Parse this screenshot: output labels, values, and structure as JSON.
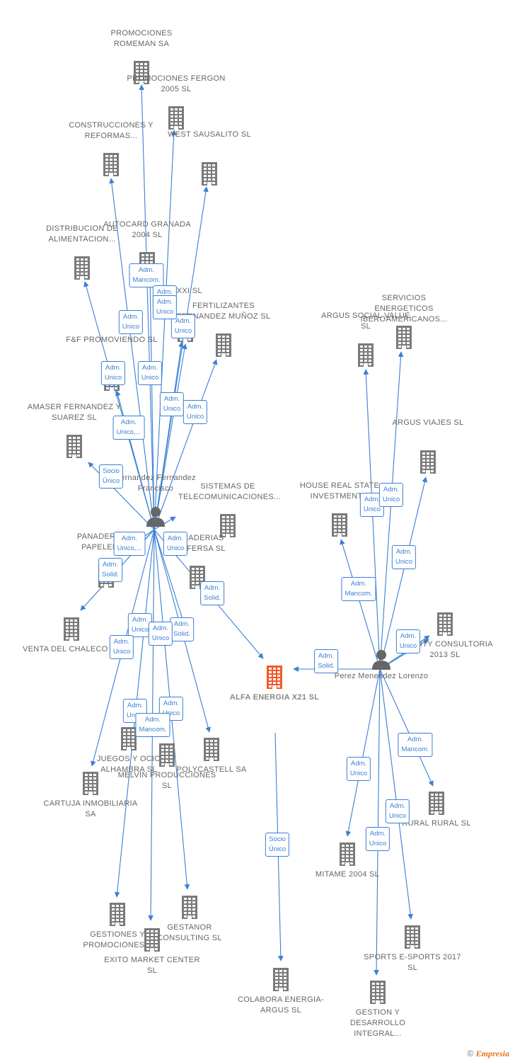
{
  "colors": {
    "edge": "#3a7fd5",
    "company": "#7a7a7a",
    "focus": "#f05a28",
    "person": "#666666"
  },
  "companies": [
    {
      "id": "romeman",
      "label": "PROMOCIONES ROMEMAN SA",
      "icon": "building-icon"
    },
    {
      "id": "fergon",
      "label": "PROMOCIONES FERGON 2005 SL",
      "icon": "building-icon"
    },
    {
      "id": "construcciones",
      "label": "CONSTRUCCIONES Y REFORMAS...",
      "icon": "building-icon"
    },
    {
      "id": "west",
      "label": "WEST SAUSALITO SL",
      "icon": "building-icon"
    },
    {
      "id": "distribucion",
      "label": "DISTRIBUCION DE ALIMENTACION...",
      "icon": "building-icon"
    },
    {
      "id": "autocard",
      "label": "AUTOCARD GRANADA 2004 SL",
      "icon": "building-icon"
    },
    {
      "id": "nxxi",
      "label": "N XXI SL",
      "icon": "building-icon"
    },
    {
      "id": "fertilizantes",
      "label": "FERTILIZANTES FERNANDEZ MUÑOZ SL",
      "icon": "building-icon"
    },
    {
      "id": "fpromo",
      "label": "F&F PROMOVIENDO SL",
      "icon": "building-icon"
    },
    {
      "id": "amaser",
      "label": "AMASER FERNANDEZ Y SUAREZ SL",
      "icon": "building-icon"
    },
    {
      "id": "sistemas",
      "label": "SISTEMAS DE TELECOMUNICACIONES...",
      "icon": "building-icon"
    },
    {
      "id": "ganaderias",
      "label": "GANADERIAS GANFERSA SL",
      "icon": "building-icon"
    },
    {
      "id": "panaderia",
      "label": "PANADERIA LA PAPELERA...",
      "icon": "building-icon"
    },
    {
      "id": "venta",
      "label": "VENTA DEL CHALECO SL",
      "icon": "building-icon"
    },
    {
      "id": "juegos",
      "label": "JUEGOS Y OCIO ALHAMBRA SL",
      "icon": "building-icon"
    },
    {
      "id": "melvin",
      "label": "MELVIN PRODUCCIONES SL",
      "icon": "building-icon"
    },
    {
      "id": "polycastell",
      "label": "POLYCASTELL SA",
      "icon": "building-icon"
    },
    {
      "id": "cartuja",
      "label": "CARTUJA INMOBILIARIA SA",
      "icon": "building-icon"
    },
    {
      "id": "gestiones",
      "label": "GESTIONES Y PROMOCIONES...",
      "icon": "building-icon"
    },
    {
      "id": "exito",
      "label": "EXITO MARKET CENTER SL",
      "icon": "building-icon"
    },
    {
      "id": "gestanor",
      "label": "GESTANOR CONSULTING SL",
      "icon": "building-icon"
    },
    {
      "id": "alfa",
      "label": "ALFA ENERGIA X21 SL",
      "icon": "building-icon",
      "focus": true
    },
    {
      "id": "colabora",
      "label": "COLABORA ENERGIA-ARGUS SL",
      "icon": "building-icon"
    },
    {
      "id": "servicios",
      "label": "SERVICIOS ENERGETICOS IBEROAMERICANOS...",
      "icon": "building-icon"
    },
    {
      "id": "argussocial",
      "label": "ARGUS SOCIAL VALUE SL",
      "icon": "building-icon"
    },
    {
      "id": "argusviajes",
      "label": "ARGUS VIAJES SL",
      "icon": "building-icon"
    },
    {
      "id": "house",
      "label": "HOUSE REAL STATE INVESTMENT...",
      "icon": "building-icon"
    },
    {
      "id": "fidelity",
      "label": "FIDELITY CONSULTORIA 2013 SL",
      "icon": "building-icon"
    },
    {
      "id": "rural",
      "label": "RURAL RURAL SL",
      "icon": "building-icon"
    },
    {
      "id": "mitame",
      "label": "MITAME 2004 SL",
      "icon": "building-icon"
    },
    {
      "id": "sports",
      "label": "SPORTS E-SPORTS 2017 SL",
      "icon": "building-icon"
    },
    {
      "id": "gestiondes",
      "label": "GESTION Y DESARROLLO INTEGRAL...",
      "icon": "building-icon"
    }
  ],
  "persons": [
    {
      "id": "fernandez",
      "label": "Fernandez Fernandez Francisco",
      "icon": "person-icon"
    },
    {
      "id": "perez",
      "label": "Perez Menendez Lorenzo",
      "icon": "person-icon"
    }
  ],
  "edge_labels": [
    "Adm. Mancom.",
    "Adm. Unico",
    "Adm. Unico",
    "Adm. Unico",
    "Adm. Unico",
    "Adm. Unico",
    "Adm. Unico",
    "Adm. Unico",
    "Adm. Unico,...",
    "Adm. Unico",
    "Socio Único",
    "Adm. Unico,...",
    "Adm. Unico",
    "Adm. Solid.",
    "Adm. Solid.",
    "Adm. Unico",
    "Adm. Unico",
    "Adm. Unico",
    "Adm. Solid.",
    "Adm. Unico",
    "Adm. Unico",
    "Adm. Mancom.",
    "Socio Único",
    "Adm. Unico",
    "Adm. Unico",
    "Adm. Unico",
    "Adm. Mancom.",
    "Adm. Unico",
    "Adm. Solid.",
    "Adm. Unico",
    "Adm. Mancom.",
    "Adm. Unico",
    "Adm. Unico",
    "Adm. Unico"
  ],
  "footer": {
    "copyright": "©",
    "brand": "Empresia"
  }
}
